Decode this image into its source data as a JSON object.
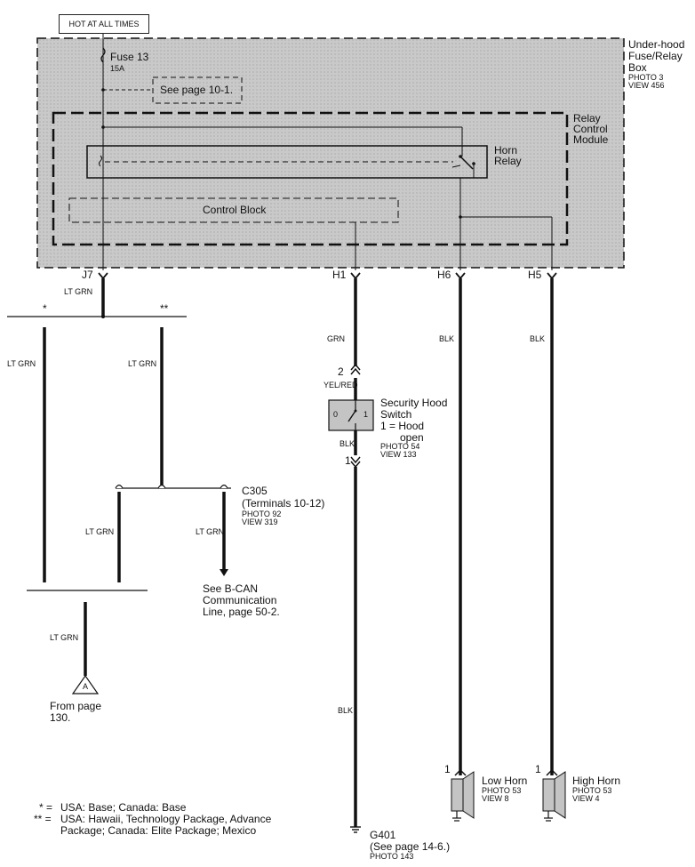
{
  "power": {
    "label": "HOT AT ALL TIMES"
  },
  "fuse_box": {
    "title": [
      "Under-hood",
      "Fuse/Relay",
      "Box"
    ],
    "photo": "PHOTO 3",
    "view": "VIEW 456",
    "fuse_label": "Fuse 13",
    "fuse_rating": "15A",
    "see_page": "See page 10-1."
  },
  "relay_module": {
    "title": [
      "Relay",
      "Control",
      "Module"
    ],
    "horn_relay": [
      "Horn",
      "Relay"
    ],
    "control_block": "Control Block"
  },
  "terminals": {
    "j7": "J7",
    "h1": "H1",
    "h6": "H6",
    "h5": "H5"
  },
  "wires": {
    "lt_grn": "LT GRN",
    "grn": "GRN",
    "blk": "BLK",
    "yel_red": "YEL/RED"
  },
  "branch_marks": {
    "single": "*",
    "double": "**"
  },
  "connector_c305": {
    "name": "C305",
    "terminals": "(Terminals 10-12)",
    "photo": "PHOTO 92",
    "view": "VIEW 319"
  },
  "bcan": [
    "See B-CAN",
    "Communication",
    "Line, page 50-2."
  ],
  "from_page": {
    "marker": "A",
    "text": [
      "From page",
      "130."
    ]
  },
  "hood_switch": {
    "title": [
      "Security Hood",
      "Switch"
    ],
    "state": [
      "1 = Hood",
      "open"
    ],
    "photo": "PHOTO 54",
    "view": "VIEW 133",
    "pin_top": "2",
    "pin_bottom": "1",
    "pos0": "0",
    "pos1": "1"
  },
  "ground": {
    "name": "G401",
    "see": "(See page 14-6.)",
    "photo": "PHOTO 143"
  },
  "low_horn": {
    "name": "Low Horn",
    "photo": "PHOTO 53",
    "view": "VIEW 8",
    "pin": "1"
  },
  "high_horn": {
    "name": "High Horn",
    "photo": "PHOTO 53",
    "view": "VIEW 4",
    "pin": "1"
  },
  "notes": {
    "star1_sym": "* =",
    "star1": "USA: Base; Canada: Base",
    "star2_sym": "** =",
    "star2_line1": "USA: Hawaii, Technology Package, Advance",
    "star2_line2": "Package; Canada: Elite Package; Mexico"
  },
  "colors": {
    "box_fill": "#c4c4c4",
    "line": "#111111"
  }
}
